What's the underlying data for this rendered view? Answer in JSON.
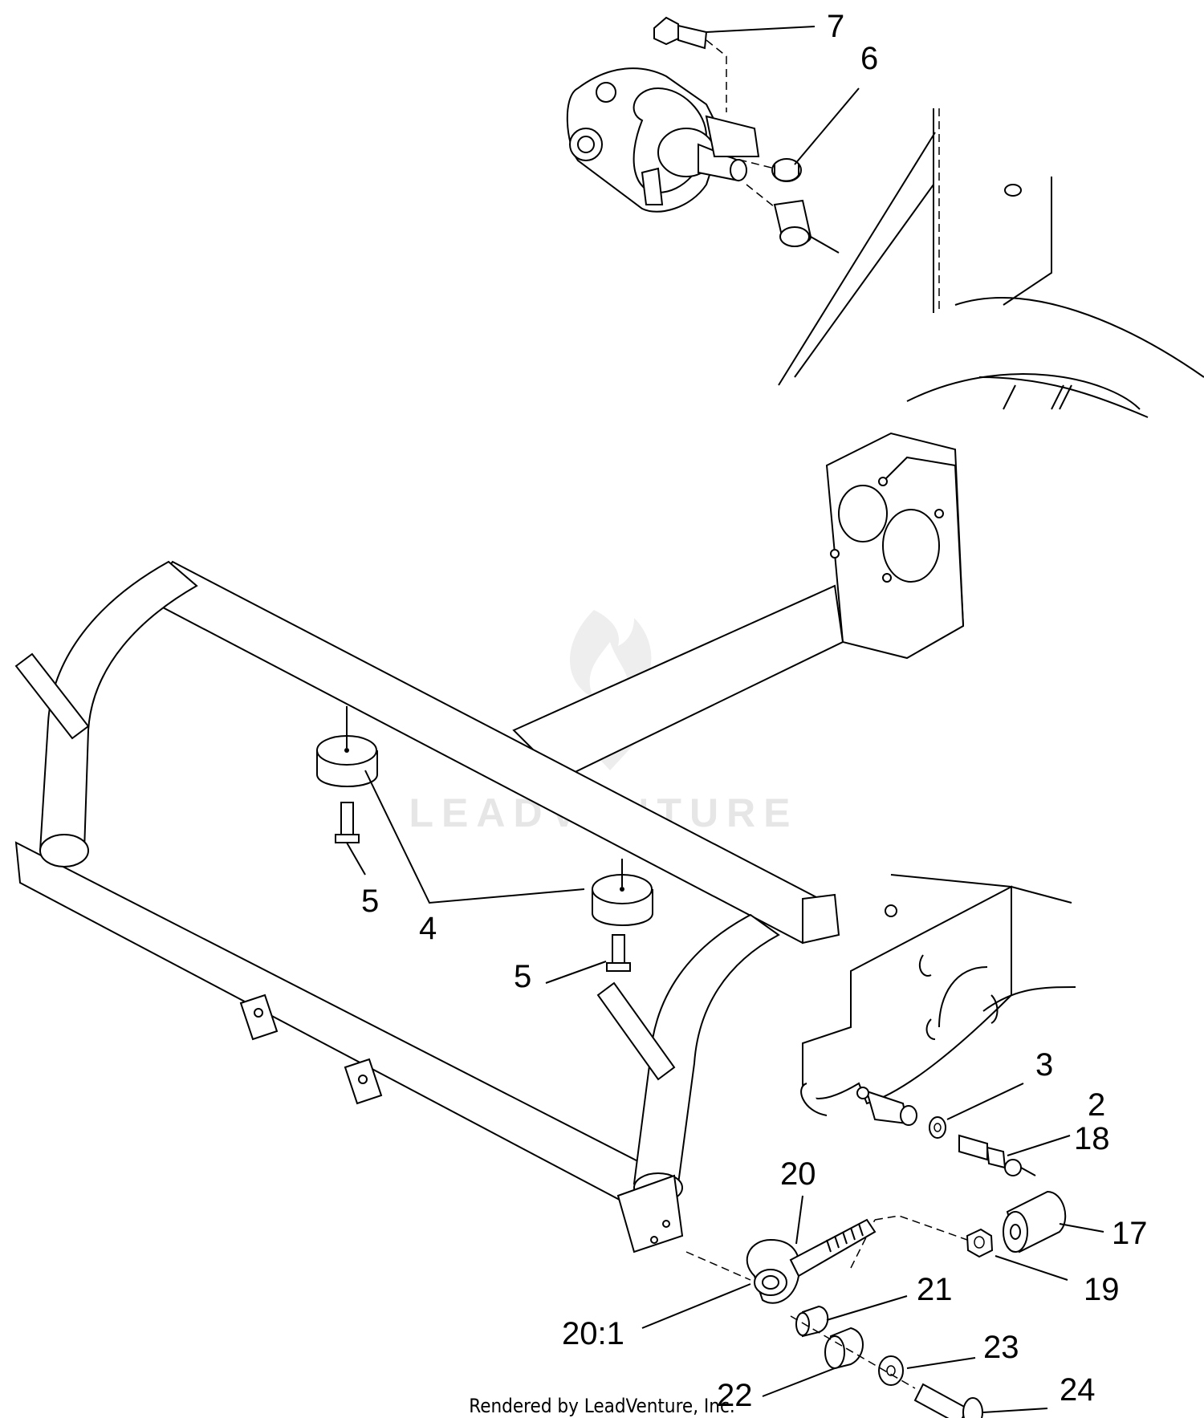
{
  "callouts": {
    "c7": "7",
    "c6": "6",
    "c5a": "5",
    "c4": "4",
    "c5b": "5",
    "c3": "3",
    "c2": "2",
    "c18": "18",
    "c20": "20",
    "c17": "17",
    "c19": "19",
    "c21": "21",
    "c20_1": "20:1",
    "c23": "23",
    "c22": "22",
    "c24": "24"
  },
  "watermark": "LEADVENTURE",
  "footer": "Rendered by LeadVenture, Inc."
}
